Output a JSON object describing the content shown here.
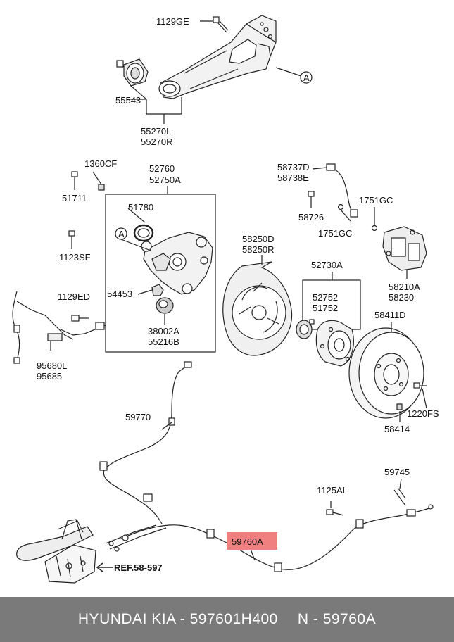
{
  "parts": {
    "p1129GE": "1129GE",
    "p55543": "55543",
    "p55270L": "55270L",
    "p55270R": "55270R",
    "ref_a": "A",
    "p52760": "52760",
    "p52750A": "52750A",
    "p1360CF": "1360CF",
    "p51711": "51711",
    "p51780": "51780",
    "p1123SF": "1123SF",
    "p54453": "54453",
    "p1129ED": "1129ED",
    "p38002A": "38002A",
    "p55216B": "55216B",
    "p95680L": "95680L",
    "p95685": "95685",
    "p58737D": "58737D",
    "p58738E": "58738E",
    "p58726": "58726",
    "p1751GC_a": "1751GC",
    "p1751GC_b": "1751GC",
    "p58250D": "58250D",
    "p58250R": "58250R",
    "p58210A": "58210A",
    "p58230": "58230",
    "p52730A": "52730A",
    "p52752": "52752",
    "p51752": "51752",
    "p58411D": "58411D",
    "p1220FS": "1220FS",
    "p58414": "58414",
    "p59770": "59770",
    "p59745": "59745",
    "p1125AL": "1125AL",
    "p59760A": "59760A",
    "ref_note": "REF.58-597"
  },
  "highlight_color": "#f08080",
  "footer": {
    "brand": "HYUNDAI  KIA - 597601H400",
    "code": "N - 59760A"
  }
}
